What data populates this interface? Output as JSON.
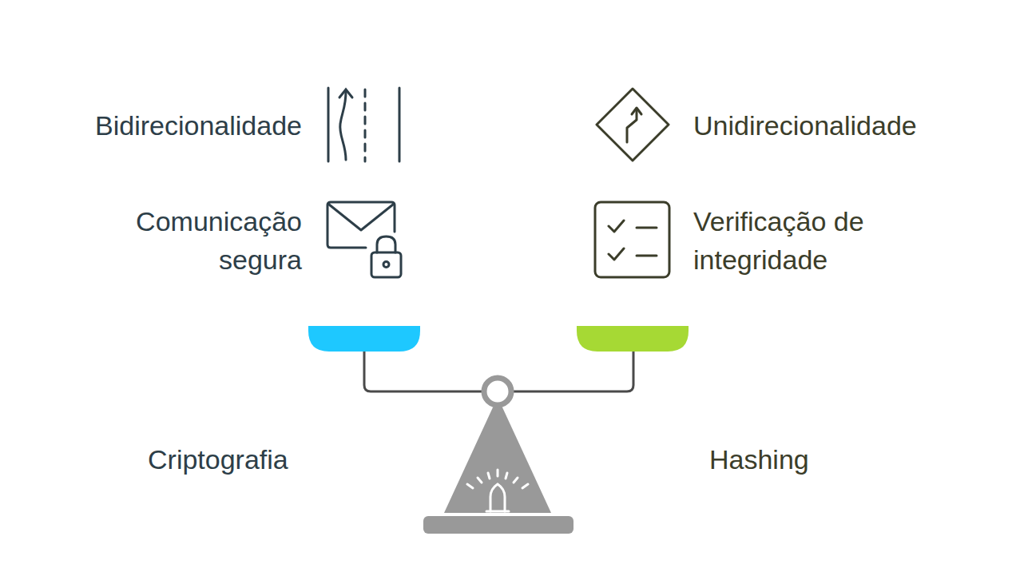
{
  "diagram": {
    "labels": [
      "Bidirecionalidade",
      "Unidirecionalidade",
      "Comunicação segura",
      "Verificação de integridade",
      "Criptografia",
      "Hashing"
    ]
  }
}
